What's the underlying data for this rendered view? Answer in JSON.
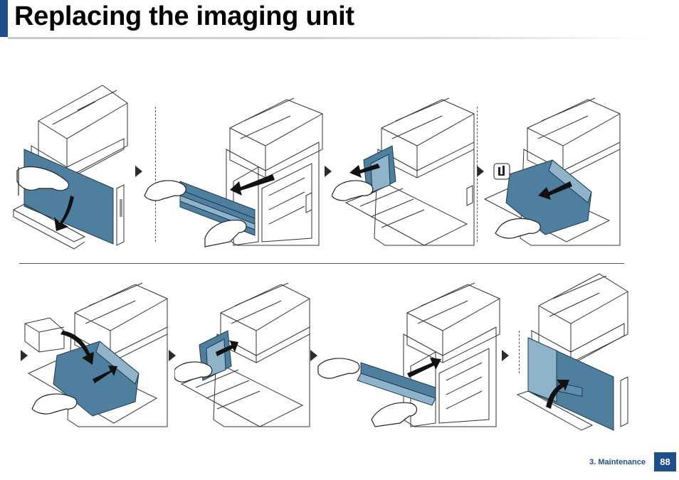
{
  "page": {
    "title": "Replacing the imaging unit",
    "footer_section": "3. Maintenance",
    "page_number": "88"
  },
  "colors": {
    "accent": "#1f4e8c",
    "part_blue": "#4f7f9e"
  },
  "steps_row1": [
    {
      "name": "open-front-cover"
    },
    {
      "name": "remove-toner-cartridges"
    },
    {
      "name": "remove-waste-toner-container"
    },
    {
      "name": "pull-out-imaging-unit"
    }
  ],
  "steps_row2": [
    {
      "name": "insert-new-imaging-unit"
    },
    {
      "name": "reinsert-waste-toner-container"
    },
    {
      "name": "reinsert-toner-cartridges"
    },
    {
      "name": "close-front-cover"
    }
  ]
}
